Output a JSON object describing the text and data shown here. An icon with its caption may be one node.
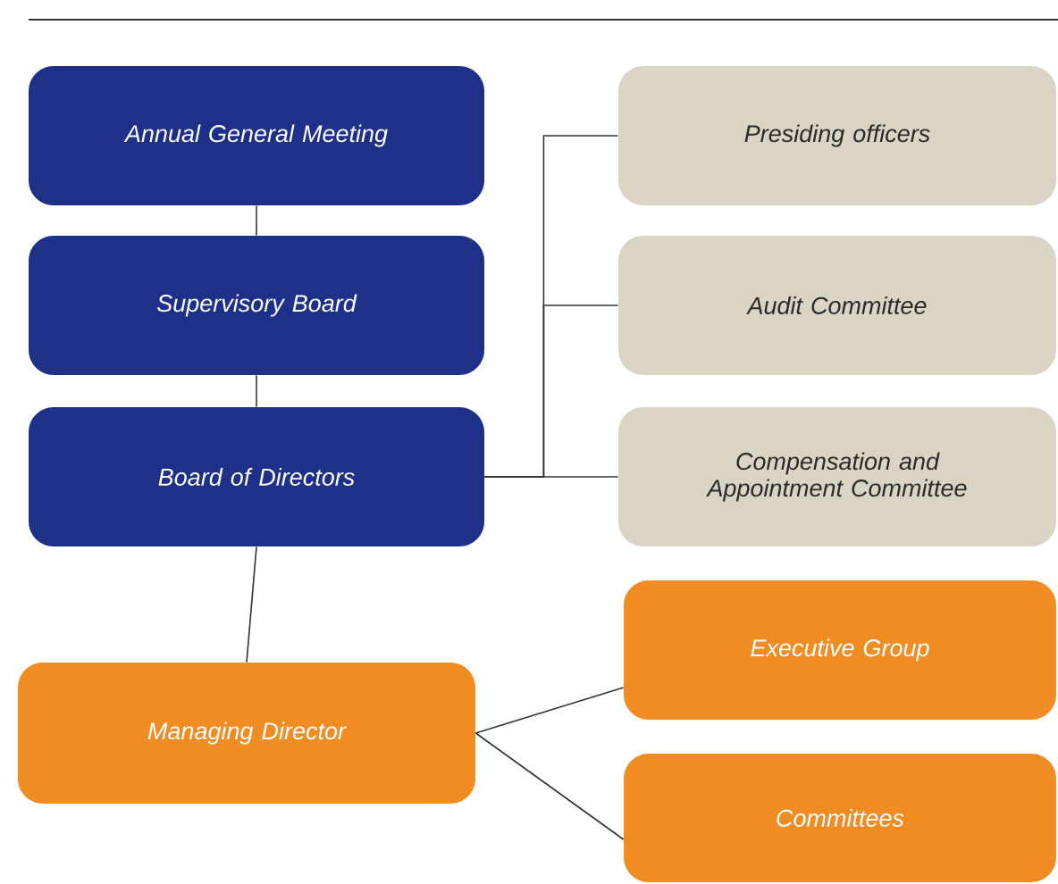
{
  "diagram": {
    "nodes": [
      {
        "text": [
          "Annual General Meeting"
        ]
      },
      {
        "text": [
          "Presiding officers"
        ]
      },
      {
        "text": [
          "Supervisory Board"
        ]
      },
      {
        "text": [
          "Audit Committee"
        ]
      },
      {
        "text": [
          "Board of Directors"
        ]
      },
      {
        "text": [
          "Compensation and Appointment Committee"
        ]
      },
      {
        "text": [
          "Executive Group"
        ]
      },
      {
        "text": [
          "Managing Director"
        ]
      },
      {
        "text": [
          "Committees"
        ]
      }
    ],
    "edges": [
      {
        "from": 0,
        "to": 2,
        "arrow": "none"
      },
      {
        "from": 2,
        "to": 4,
        "arrow": "none"
      },
      {
        "from": 4,
        "to": 7,
        "arrow": "none"
      },
      {
        "from": 4,
        "to": 1,
        "arrow": "none"
      },
      {
        "from": 4,
        "to": 3,
        "arrow": "none"
      },
      {
        "from": 4,
        "to": 5,
        "arrow": "none"
      },
      {
        "from": 7,
        "to": 6,
        "arrow": "none"
      },
      {
        "from": 7,
        "to": 8,
        "arrow": "none"
      }
    ]
  }
}
